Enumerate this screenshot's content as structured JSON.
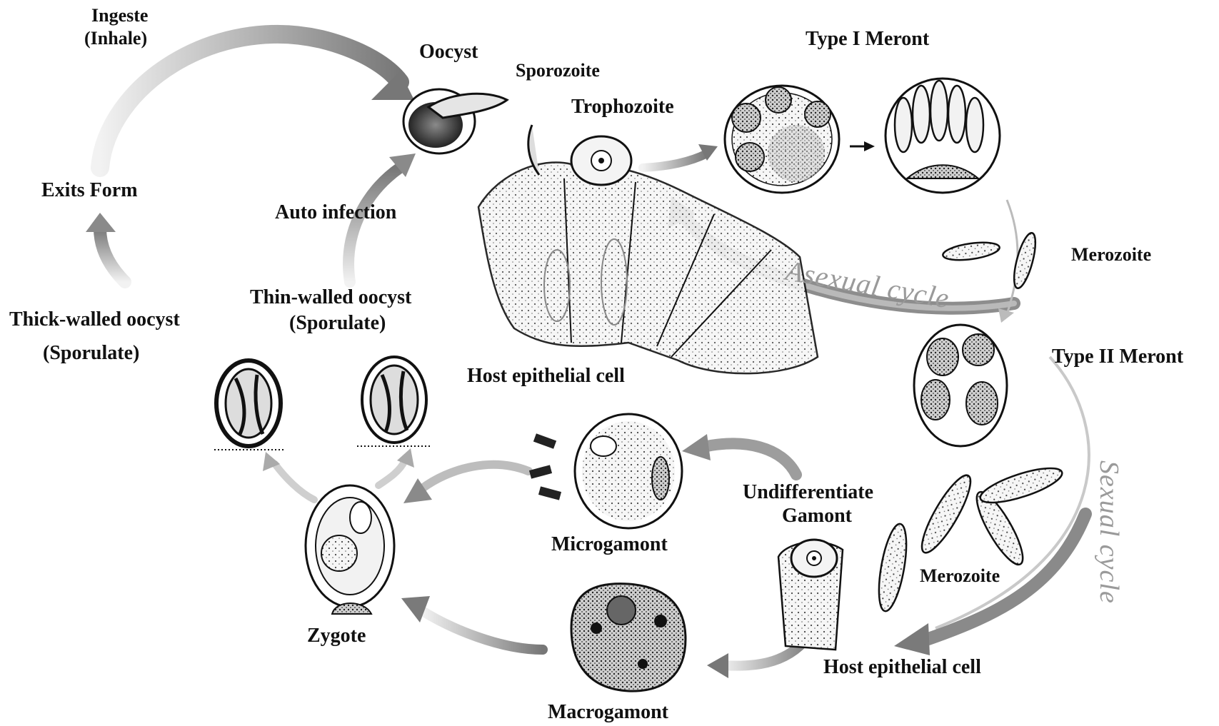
{
  "labels": {
    "ingeste": "Ingeste",
    "inhale": "(Inhale)",
    "oocyst": "Oocyst",
    "sporozoite": "Sporozoite",
    "type1_meront": "Type I Meront",
    "trophozoite": "Trophozoite",
    "exits_form": "Exits Form",
    "auto_infection": "Auto  infection",
    "merozoite_top": "Merozoite",
    "thin_walled_1": "Thin-walled oocyst",
    "thin_walled_2": "(Sporulate)",
    "thick_walled_1": "Thick-walled oocyst",
    "thick_walled_2": "(Sporulate)",
    "type2_meront": "Type II Meront",
    "host_cell_top": "Host epithelial cell",
    "undiff_1": "Undifferentiate",
    "undiff_2": "Gamont",
    "microgamont": "Microgamont",
    "merozoite_bottom": "Merozoite",
    "zygote": "Zygote",
    "host_cell_bottom": "Host epithelial cell",
    "macrogamont": "Macrogamont",
    "asexual_cycle": "Asexual cycle",
    "sexual_cycle": "Sexual cycle"
  },
  "colors": {
    "arrow_dark": "#6e6e6e",
    "arrow_light": "#d6d6d6",
    "ink": "#111111",
    "cycle_text": "#9a9a9a"
  }
}
